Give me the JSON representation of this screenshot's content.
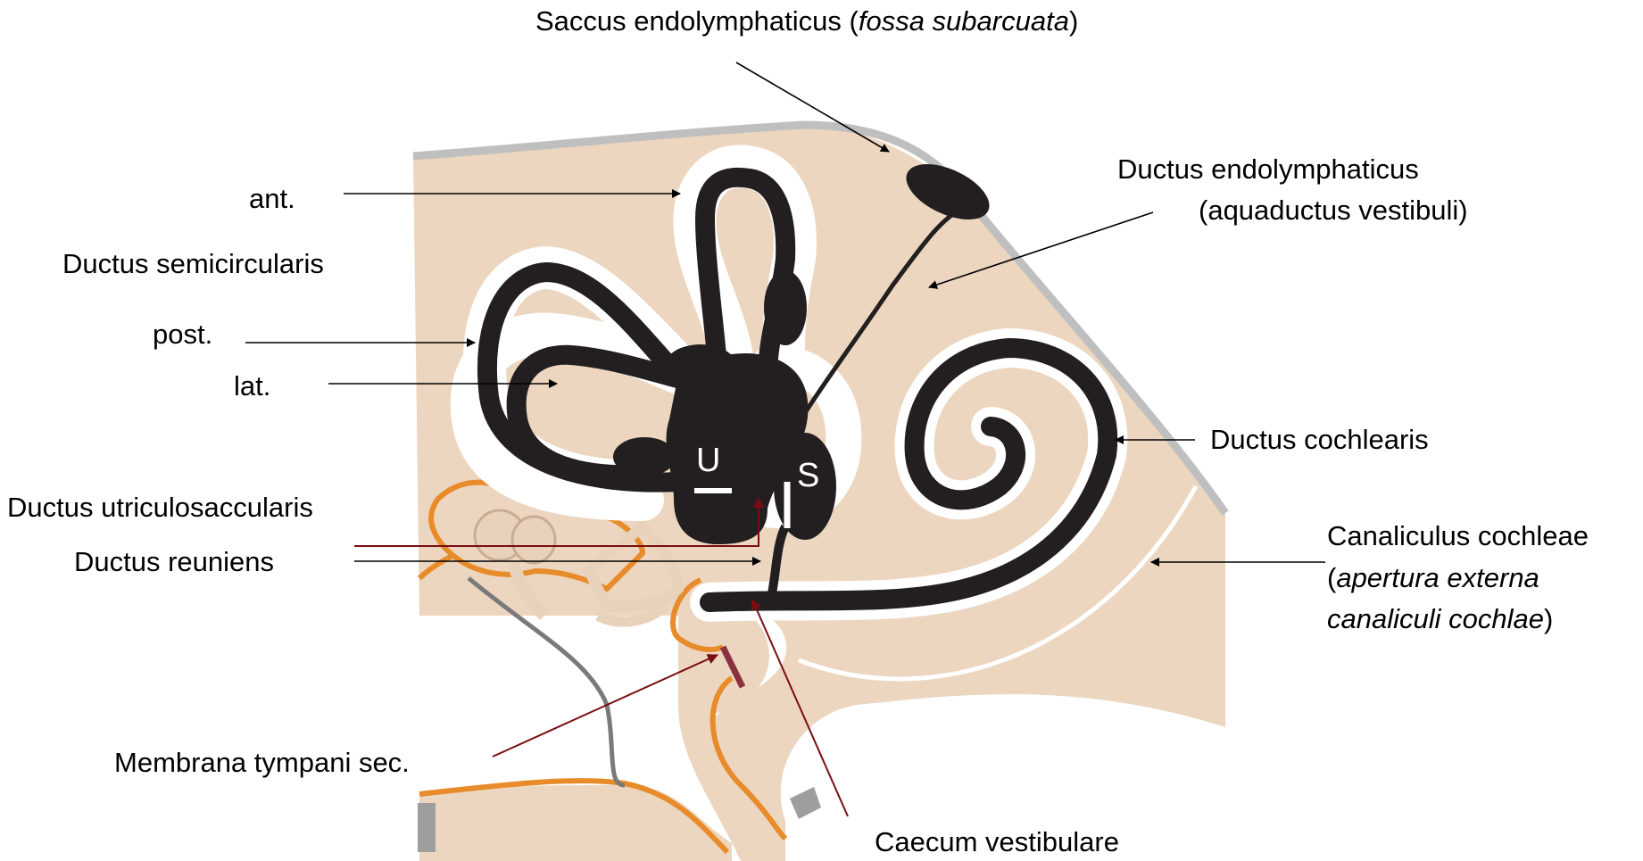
{
  "diagram": {
    "colors": {
      "tissue": "#ecd6bf",
      "bone_outline": "#bfbfbf",
      "duct": "#231f20",
      "ossicle": "#e8d2bb",
      "tympanic_edge": "#e88b2b",
      "membrane": "#8b3140",
      "arrow_dark": "#000000",
      "arrow_red": "#7a0d12"
    },
    "labels": {
      "saccus_pre": "Saccus endolymphaticus (",
      "saccus_it": "fossa subarcuata",
      "saccus_post": ")",
      "ductus_endo_1": "Ductus endolymphaticus",
      "ductus_endo_2": "(aquaductus vestibuli)",
      "ant": "ant.",
      "ductus_semi": "Ductus semicircularis",
      "post": "post.",
      "lat": "lat.",
      "ductus_cochlearis": "Ductus cochlearis",
      "ductus_utriculo": "Ductus utriculosaccularis",
      "ductus_reuniens": "Ductus reuniens",
      "canaliculus": "Canaliculus cochleae",
      "apertura_pre": "(",
      "apertura_it": "apertura externa",
      "canaliculi_it": "canaliculi cochlae",
      "canaliculi_post": ")",
      "membrana": "Membrana tympani sec.",
      "caecum": "Caecum vestibulare",
      "utriculus_letter": "U",
      "sacculus_letter": "S"
    }
  }
}
